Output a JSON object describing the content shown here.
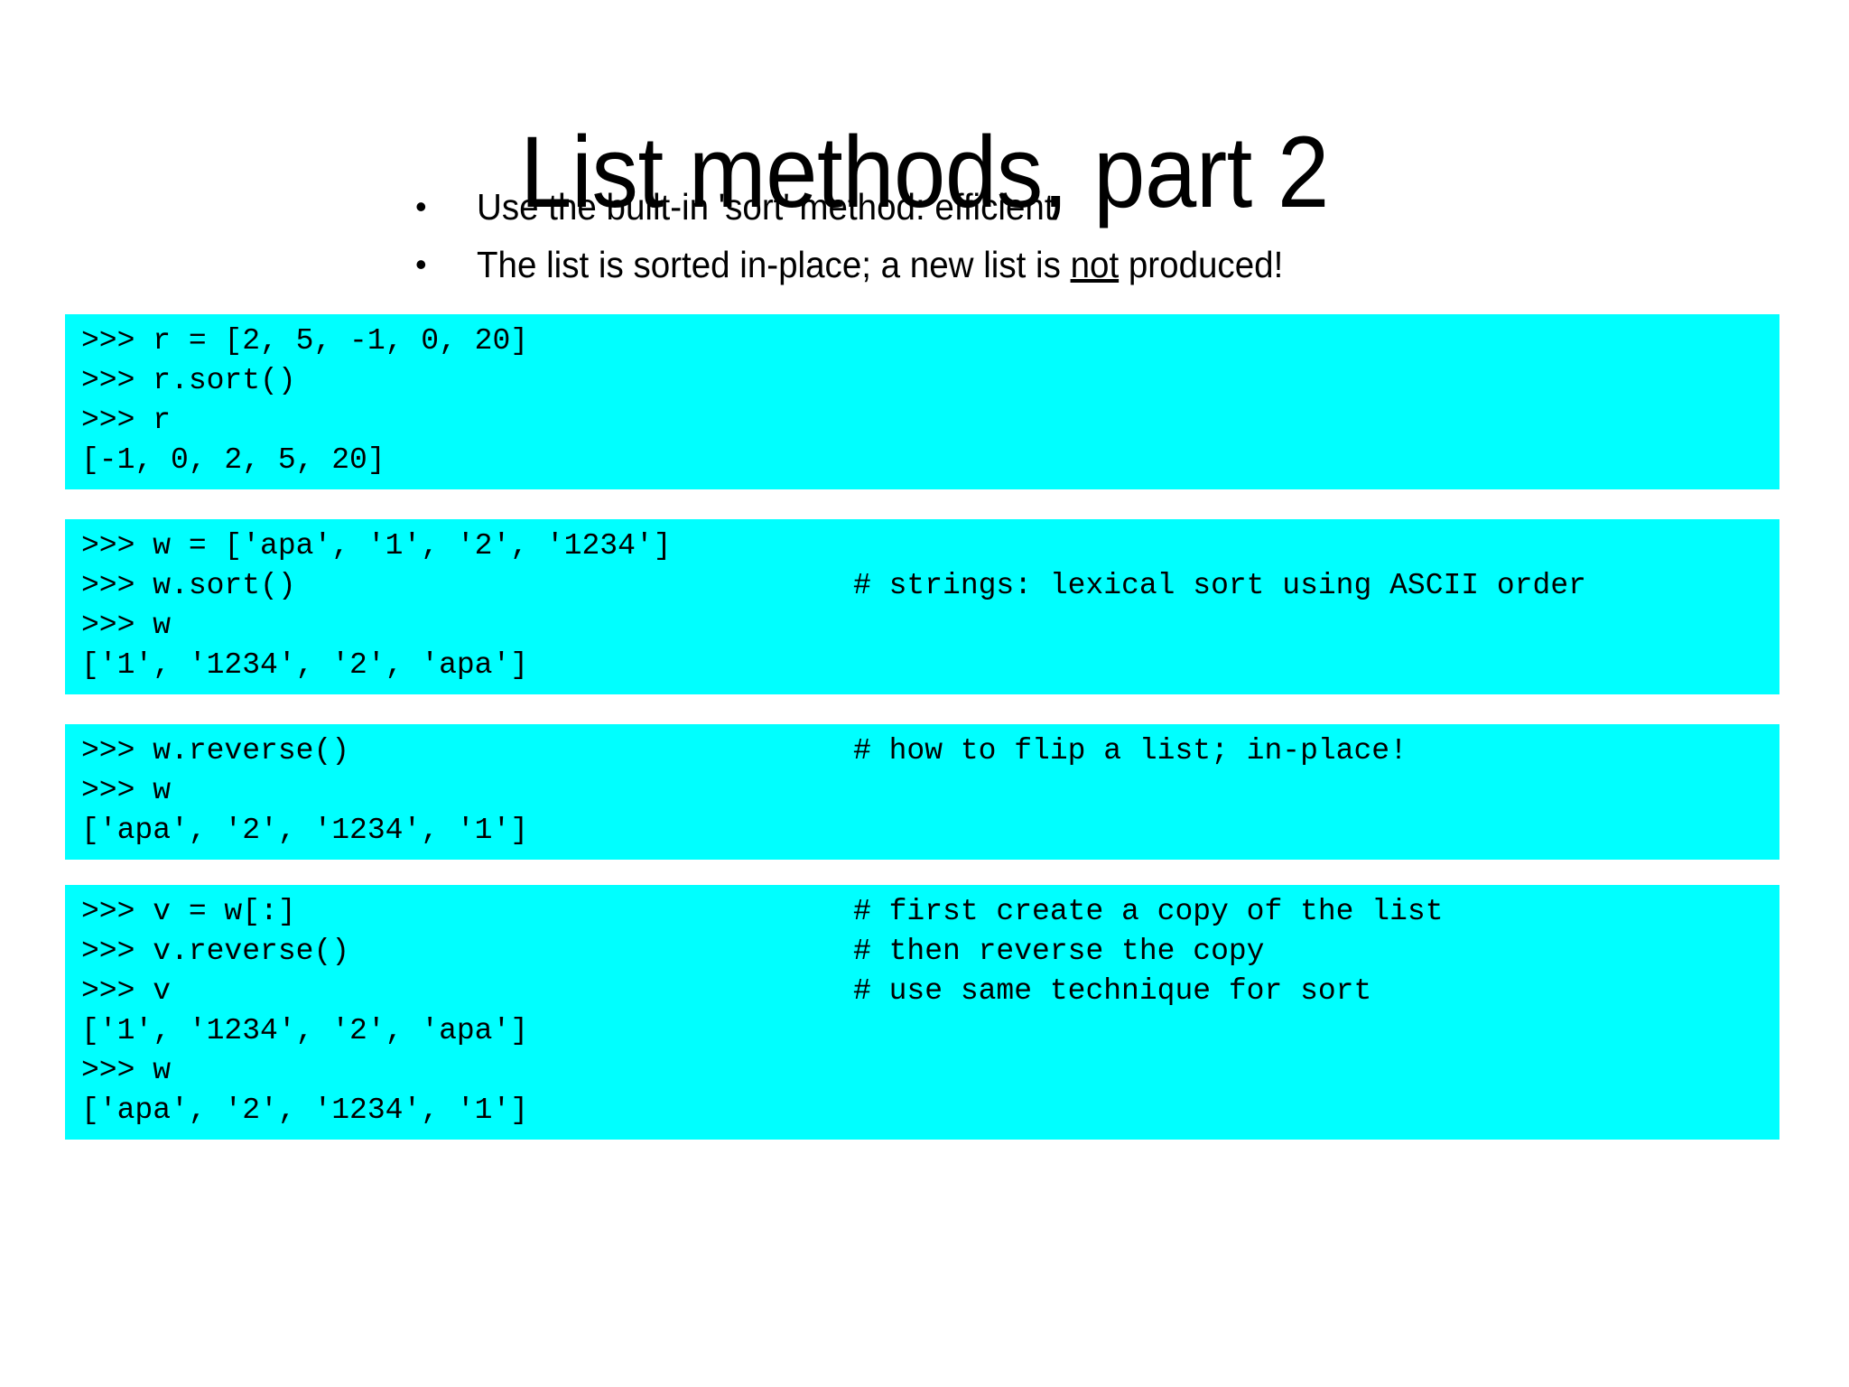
{
  "slide": {
    "title": "List methods, part 2",
    "background_color": "#ffffff",
    "code_background_color": "#00ffff",
    "text_color": "#000000",
    "bullet_glyph": "•",
    "bullets": [
      {
        "marker": "•",
        "text_before": "Use the built-in 'sort' method: efficient",
        "underlined": "",
        "text_after": ""
      },
      {
        "marker": "•",
        "text_before": "The list is sorted in-place; a new list is ",
        "underlined": "not",
        "text_after": " produced!"
      }
    ],
    "code_blocks": [
      {
        "id": "code-block-1",
        "lines": [
          {
            "code": ">>> r = [2, 5, -1, 0, 20]",
            "comment": ""
          },
          {
            "code": ">>> r.sort()",
            "comment": ""
          },
          {
            "code": ">>> r",
            "comment": ""
          },
          {
            "code": "[-1, 0, 2, 5, 20]",
            "comment": ""
          }
        ]
      },
      {
        "id": "code-block-2",
        "lines": [
          {
            "code": ">>> w = ['apa', '1', '2', '1234']",
            "comment": ""
          },
          {
            "code": ">>> w.sort()",
            "comment": "# strings: lexical sort using ASCII order"
          },
          {
            "code": ">>> w",
            "comment": ""
          },
          {
            "code": "['1', '1234', '2', 'apa']",
            "comment": ""
          }
        ]
      },
      {
        "id": "code-block-3",
        "lines": [
          {
            "code": ">>> w.reverse()",
            "comment": "# how to flip a list; in-place!"
          },
          {
            "code": ">>> w",
            "comment": ""
          },
          {
            "code": "['apa', '2', '1234', '1']",
            "comment": ""
          }
        ]
      },
      {
        "id": "code-block-4",
        "lines": [
          {
            "code": ">>> v = w[:]",
            "comment": "# first create a copy of the list"
          },
          {
            "code": ">>> v.reverse()",
            "comment": "# then reverse the copy"
          },
          {
            "code": ">>> v",
            "comment": "# use same technique for sort"
          },
          {
            "code": "['1', '1234', '2', 'apa']",
            "comment": ""
          },
          {
            "code": ">>> w",
            "comment": ""
          },
          {
            "code": "['apa', '2', '1234', '1']",
            "comment": ""
          }
        ]
      }
    ]
  }
}
